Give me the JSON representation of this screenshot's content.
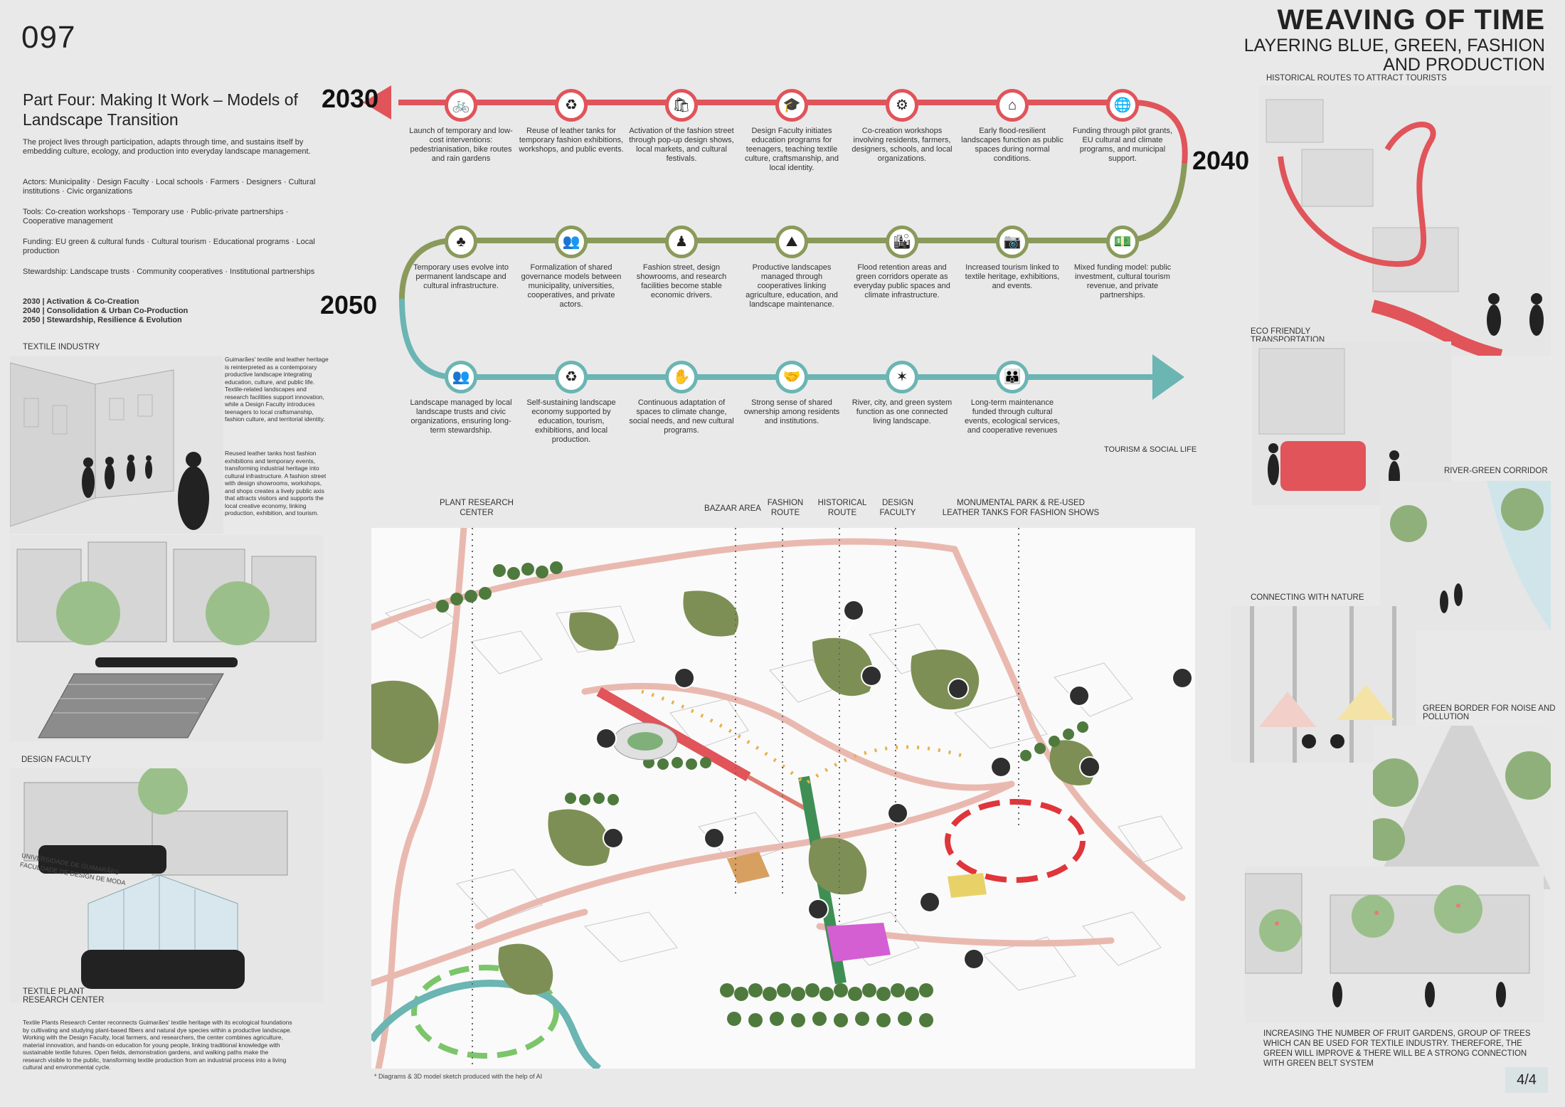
{
  "page_number": "097",
  "title": "WEAVING OF TIME",
  "subtitle_lines": [
    "LAYERING BLUE, GREEN, FASHION",
    "AND PRODUCTION"
  ],
  "part_title": "Part Four: Making It Work – Models of Landscape Transition",
  "intro": "The project lives through participation, adapts through time, and sustains itself by embedding culture, ecology, and production into everyday landscape management.",
  "actors": "Actors: Municipality · Design Faculty · Local schools · Farmers · Designers · Cultural institutions · Civic organizations",
  "tools": "Tools: Co-creation workshops · Temporary use · Public-private partnerships · Cooperative management",
  "funding": "Funding: EU green & cultural funds · Cultural tourism · Educational programs · Local production",
  "stewardship": "Stewardship: Landscape trusts · Community cooperatives · Institutional partnerships",
  "phases": [
    "2030 | Activation & Co-Creation",
    "2040 | Consolidation & Urban Co-Production",
    "2050 | Stewardship, Resilience & Evolution"
  ],
  "left_labels": {
    "textile_industry": "TEXTILE INDUSTRY",
    "design_faculty": "DESIGN FACULTY",
    "textile_plant": "TEXTILE PLANT RESEARCH CENTER"
  },
  "left_texts": {
    "textile_1": "Guimarães' textile and leather heritage is reinterpreted as a contemporary productive landscape integrating education, culture, and public life. Textile-related landscapes and research facilities support innovation, while a Design Faculty introduces teenagers to local craftsmanship, fashion culture, and territorial identity.",
    "textile_2": "Reused leather tanks host fashion exhibitions and temporary events, transforming industrial heritage into cultural infrastructure. A fashion street with design showrooms, workshops, and shops creates a lively public axis that attracts visitors and supports the local creative economy, linking production, exhibition, and tourism.",
    "plant_text": "Textile Plants Research Center reconnects Guimarães' textile heritage with its ecological foundations by cultivating and studying plant-based fibers and natural dye species within a productive landscape. Working with the Design Faculty, local farmers, and researchers, the center combines agriculture, material innovation, and hands-on education for young people, linking traditional knowledge with sustainable textile futures. Open fields, demonstration gardens, and walking paths make the research visible to the public, transforming textile production from an industrial process into a living cultural and environmental cycle."
  },
  "sign_text": "UNIVERSIDADE DE GUIMARÃES FACULDADE DE DESIGN DE MODA",
  "years": {
    "y2030": "2030",
    "y2040": "2040",
    "y2050": "2050"
  },
  "colors": {
    "red": "#e0545a",
    "green": "#8a9a5b",
    "teal": "#6bb5b3"
  },
  "timeline_row1": [
    {
      "icon": "bicycle-icon",
      "glyph": "🚲",
      "text": "Launch of temporary and low-cost interventions: pedestrianisation, bike routes and rain gardens"
    },
    {
      "icon": "recycle-icon",
      "glyph": "♻",
      "text": "Reuse of leather tanks for temporary fashion exhibitions, workshops, and public events."
    },
    {
      "icon": "shopping-icon",
      "glyph": "🛍",
      "text": "Activation of the fashion street through pop-up design shows, local markets, and cultural festivals."
    },
    {
      "icon": "graduation-cap-icon",
      "glyph": "🎓",
      "text": "Design Faculty initiates education programs for teenagers, teaching textile culture, craftsmanship, and local identity."
    },
    {
      "icon": "team-gear-icon",
      "glyph": "⚙",
      "text": "Co-creation workshops involving residents, farmers, designers, schools, and local organizations."
    },
    {
      "icon": "flood-house-icon",
      "glyph": "⌂",
      "text": "Early flood-resilient landscapes function as public spaces during normal conditions."
    },
    {
      "icon": "globe-hand-icon",
      "glyph": "🌐",
      "text": "Funding through pilot grants, EU cultural and climate programs, and municipal support."
    }
  ],
  "timeline_row2": [
    {
      "icon": "tree-network-icon",
      "glyph": "♣",
      "text": "Temporary uses evolve into permanent landscape and cultural infrastructure."
    },
    {
      "icon": "governance-icon",
      "glyph": "👥",
      "text": "Formalization of shared governance models between municipality, universities, cooperatives, and private actors."
    },
    {
      "icon": "mannequin-icon",
      "glyph": "♟",
      "text": "Fashion street, design showrooms, and research facilities become stable economic drivers."
    },
    {
      "icon": "farm-landscape-icon",
      "glyph": "⛰",
      "text": "Productive landscapes managed through cooperatives linking agriculture, education, and landscape maintenance."
    },
    {
      "icon": "city-water-icon",
      "glyph": "🏙",
      "text": "Flood retention areas and green corridors operate as everyday public spaces and climate infrastructure."
    },
    {
      "icon": "tourist-icon",
      "glyph": "📷",
      "text": "Increased tourism linked to textile heritage, exhibitions, and events."
    },
    {
      "icon": "money-icon",
      "glyph": "💵",
      "text": "Mixed funding model: public investment, cultural tourism revenue, and private partnerships."
    }
  ],
  "timeline_row3": [
    {
      "icon": "community-icon",
      "glyph": "👥",
      "text": "Landscape managed by local landscape trusts and civic organizations, ensuring long-term stewardship."
    },
    {
      "icon": "self-sustaining-icon",
      "glyph": "♻",
      "text": "Self-sustaining landscape economy supported by education, tourism, exhibitions, and local production."
    },
    {
      "icon": "adaptation-icon",
      "glyph": "✋",
      "text": "Continuous adaptation of spaces to climate change, social needs, and new cultural programs."
    },
    {
      "icon": "handshake-icon",
      "glyph": "🤝",
      "text": "Strong sense of shared ownership among residents and institutions."
    },
    {
      "icon": "network-icon",
      "glyph": "✶",
      "text": "River, city, and green system function as one connected living landscape."
    },
    {
      "icon": "crowd-icon",
      "glyph": "👪",
      "text": "Long-term maintenance funded through cultural events, ecological services, and cooperative revenues"
    }
  ],
  "tourism_label": "TOURISM & SOCIAL LIFE",
  "map_labels": {
    "plant": "PLANT RESEARCH CENTER",
    "bazaar": "BAZAAR AREA",
    "fashion": "FASHION ROUTE",
    "historical": "HISTORICAL ROUTE",
    "design": "DESIGN FACULTY",
    "monumental": "MONUMENTAL PARK & RE-USED LEATHER TANKS FOR FASHION SHOWS"
  },
  "map_footnote": "* Diagrams & 3D model sketch produced with the help of AI",
  "right_labels": {
    "historical": "HISTORICAL ROUTES TO ATTRACT TOURISTS",
    "eco": "ECO FRIENDLY TRANSPORTATION",
    "river": "RIVER-GREEN CORRIDOR",
    "nature": "CONNECTING WITH NATURE",
    "border": "GREEN BORDER FOR NOISE AND POLLUTION",
    "fruit": "INCREASING THE NUMBER OF FRUIT GARDENS, GROUP OF TREES WHICH CAN BE USED FOR TEXTILE INDUSTRY. THEREFORE, THE GREEN WILL IMPROVE & THERE WILL BE A STRONG CONNECTION WITH GREEN BELT SYSTEM"
  },
  "sheet_number": "4/4"
}
